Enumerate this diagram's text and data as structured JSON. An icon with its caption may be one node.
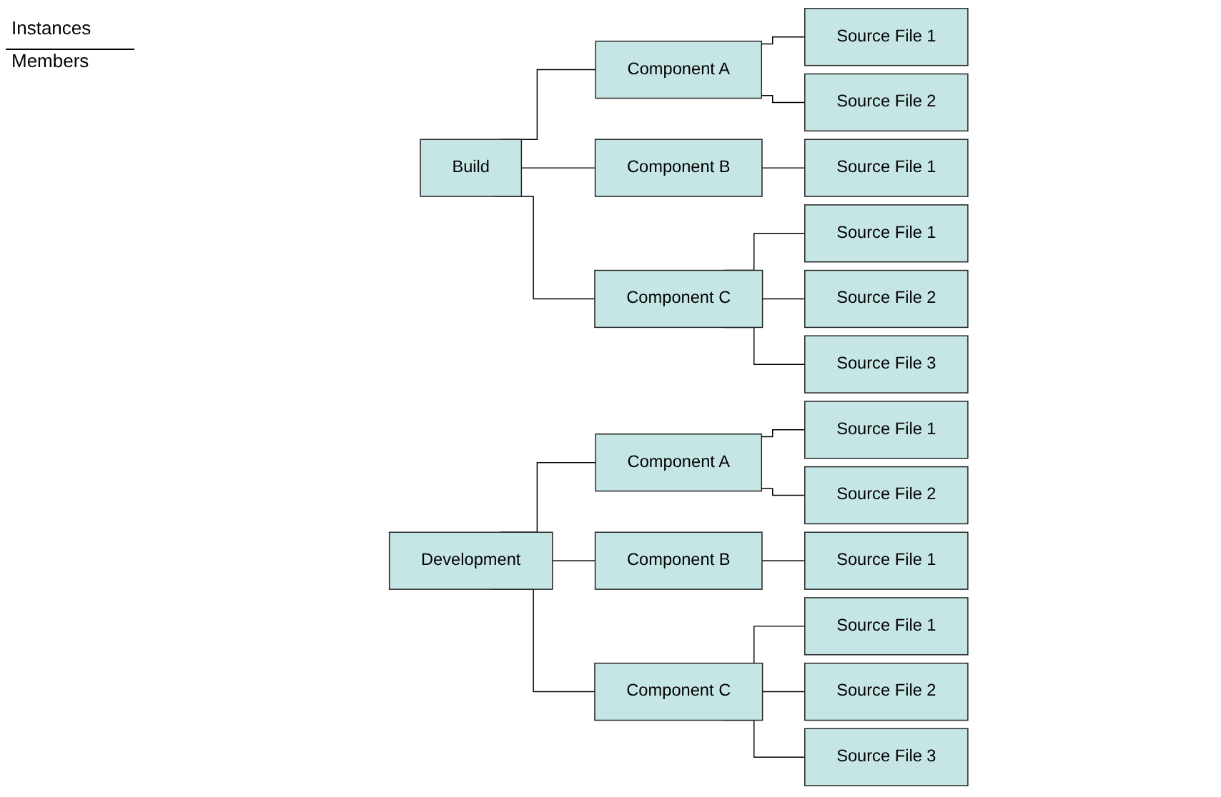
{
  "diagram": {
    "nodes": [
      {
        "text": [
          "Build"
        ]
      },
      {
        "text": [
          "Component A"
        ]
      },
      {
        "text": [
          "Source File 1"
        ]
      },
      {
        "text": [
          "Source File 2"
        ]
      },
      {
        "text": [
          "Component B"
        ]
      },
      {
        "text": [
          "Source File 1"
        ]
      },
      {
        "text": [
          "Component C"
        ]
      },
      {
        "text": [
          "Source File 1"
        ]
      },
      {
        "text": [
          "Source File 2"
        ]
      },
      {
        "text": [
          "Source File 3"
        ]
      },
      {
        "text": [
          "Development"
        ]
      },
      {
        "text": [
          "Component A"
        ]
      },
      {
        "text": [
          "Source File 1"
        ]
      },
      {
        "text": [
          "Source File 2"
        ]
      },
      {
        "text": [
          "Component B"
        ]
      },
      {
        "text": [
          "Source File 1"
        ]
      },
      {
        "text": [
          "Component C"
        ]
      },
      {
        "text": [
          "Source File 1"
        ]
      },
      {
        "text": [
          "Source File 2"
        ]
      },
      {
        "text": [
          "Source File 3"
        ]
      }
    ],
    "edges": [
      {
        "from": 0,
        "to": 1,
        "arrow": "none"
      },
      {
        "from": 1,
        "to": 2,
        "arrow": "none"
      },
      {
        "from": 1,
        "to": 3,
        "arrow": "none"
      },
      {
        "from": 0,
        "to": 4,
        "arrow": "none"
      },
      {
        "from": 4,
        "to": 5,
        "arrow": "none"
      },
      {
        "from": 0,
        "to": 6,
        "arrow": "none"
      },
      {
        "from": 6,
        "to": 7,
        "arrow": "none"
      },
      {
        "from": 6,
        "to": 8,
        "arrow": "none"
      },
      {
        "from": 6,
        "to": 9,
        "arrow": "none"
      },
      {
        "from": 10,
        "to": 11,
        "arrow": "none"
      },
      {
        "from": 11,
        "to": 12,
        "arrow": "none"
      },
      {
        "from": 11,
        "to": 13,
        "arrow": "none"
      },
      {
        "from": 10,
        "to": 14,
        "arrow": "none"
      },
      {
        "from": 14,
        "to": 15,
        "arrow": "none"
      },
      {
        "from": 10,
        "to": 16,
        "arrow": "none"
      },
      {
        "from": 16,
        "to": 17,
        "arrow": "none"
      },
      {
        "from": 16,
        "to": 18,
        "arrow": "none"
      },
      {
        "from": 16,
        "to": 19,
        "arrow": "none"
      }
    ],
    "labels": [
      "Instances",
      "Members"
    ]
  }
}
